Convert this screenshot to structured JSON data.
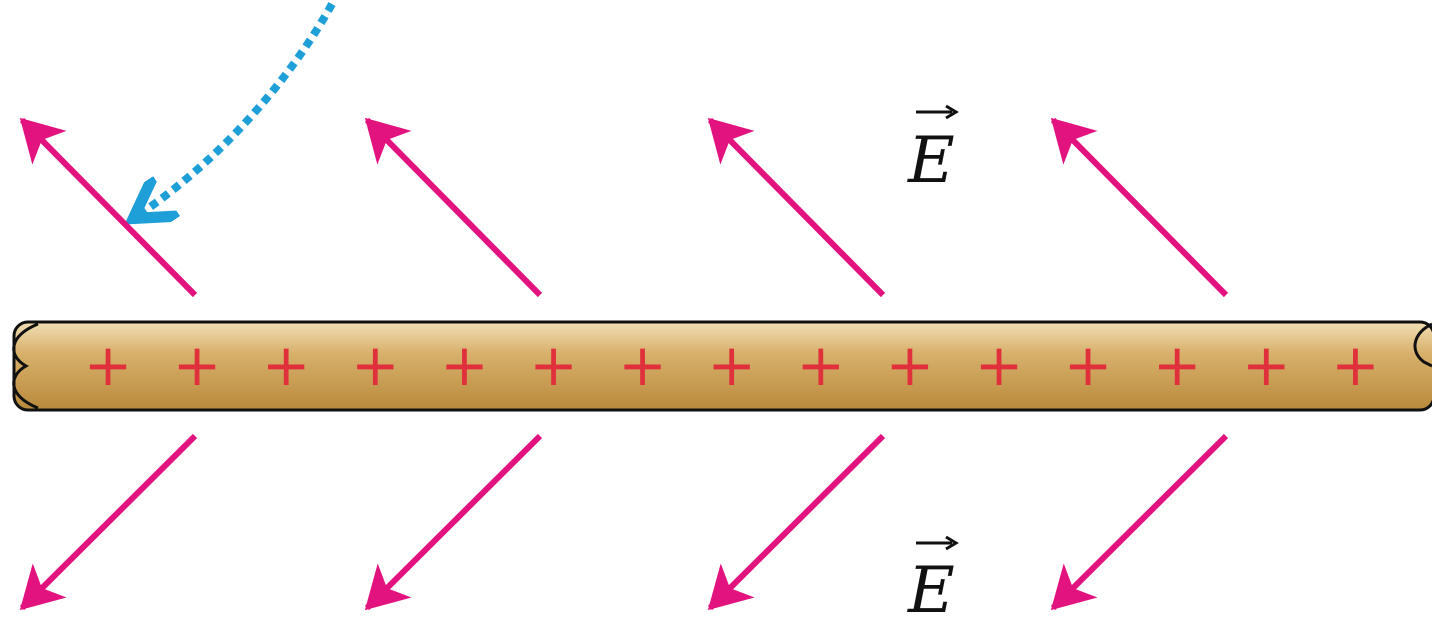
{
  "colors": {
    "field_arrow": "#e2137f",
    "pointer_arrow": "#1f9fd8",
    "rod_light": "#f1dfb5",
    "rod_mid": "#d8b16c",
    "rod_dark": "#b98a3c",
    "rod_outline": "#111111",
    "charge": "#e0303c"
  },
  "icons": {
    "rod": "charged-rod-icon",
    "field_arrow": "field-arrow-icon",
    "pointer": "dotted-pointer-arrow-icon"
  },
  "charge_symbol": "+",
  "charge_count": 15,
  "field_label_top": "E",
  "field_label_bottom": "E",
  "field_arrows_above": 4,
  "field_arrows_below": 4
}
